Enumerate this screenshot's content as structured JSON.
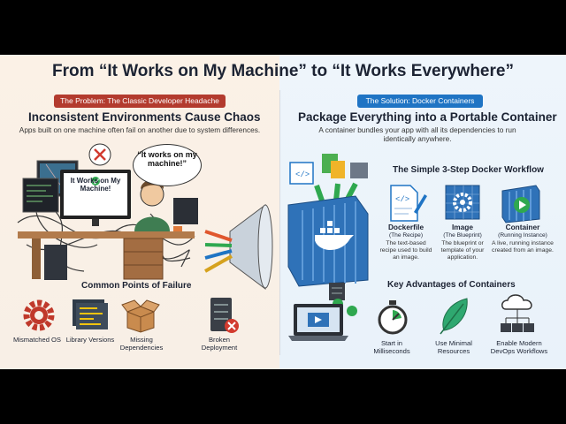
{
  "title": "From “It Works on My Machine” to “It Works Everywhere”",
  "problem": {
    "pill": "The Problem: The Classic Developer Headache",
    "heading": "Inconsistent Environments Cause Chaos",
    "subtext": "Apps built on one machine often fail on another due to system differences.",
    "bubble": "“It works on my machine!”",
    "monitor_text": "It Works on My Machine!",
    "failure_heading": "Common Points of Failure",
    "failures": [
      {
        "icon": "gear-icon",
        "label": "Mismatched OS"
      },
      {
        "icon": "library-stack-icon",
        "label": "Library Versions"
      },
      {
        "icon": "open-box-icon",
        "label": "Missing Dependencies"
      },
      {
        "icon": "broken-server-icon",
        "label": "Broken Deployment"
      }
    ]
  },
  "solution": {
    "pill": "The Solution: Docker Containers",
    "heading": "Package Everything into a Portable Container",
    "subtext": "A container bundles your app with all its dependencies to run identically anywhere.",
    "workflow_heading": "The Simple 3-Step Docker Workflow",
    "steps": [
      {
        "icon": "dockerfile-icon",
        "title": "Dockerfile",
        "subtitle": "(The Recipe)",
        "desc": "The text-based recipe used to build an image."
      },
      {
        "icon": "blueprint-gear-icon",
        "title": "Image",
        "subtitle": "(The Blueprint)",
        "desc": "The blueprint or template of your application."
      },
      {
        "icon": "container-play-icon",
        "title": "Container",
        "subtitle": "(Running Instance)",
        "desc": "A live, running instance created from an image."
      }
    ],
    "advantages_heading": "Key Advantages of Containers",
    "advantages": [
      {
        "icon": "laptop-container-icon",
        "label": ""
      },
      {
        "icon": "stopwatch-icon",
        "label": "Start in Milliseconds"
      },
      {
        "icon": "feather-icon",
        "label": "Use Minimal Resources"
      },
      {
        "icon": "cloud-network-icon",
        "label": "Enable Modern DevOps Workflows"
      }
    ]
  },
  "colors": {
    "problem_accent": "#b33b2e",
    "solution_accent": "#1f74c4",
    "container_blue": "#2f72b8"
  }
}
